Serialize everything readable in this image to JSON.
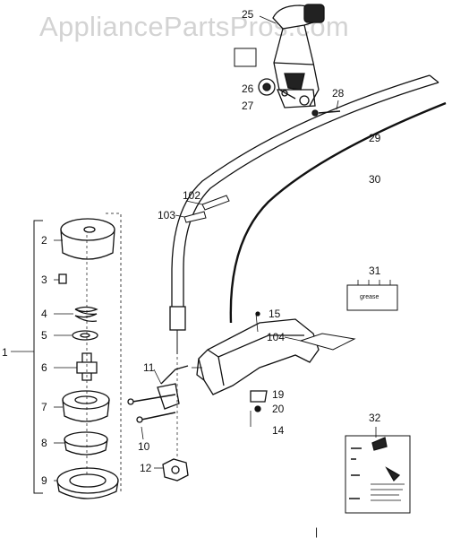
{
  "watermark": "AppliancePartsPros.com",
  "callouts": [
    {
      "id": "c1",
      "text": "1"
    },
    {
      "id": "c2",
      "text": "2"
    },
    {
      "id": "c3",
      "text": "3"
    },
    {
      "id": "c4",
      "text": "4"
    },
    {
      "id": "c5",
      "text": "5"
    },
    {
      "id": "c6",
      "text": "6"
    },
    {
      "id": "c7",
      "text": "7"
    },
    {
      "id": "c8",
      "text": "8"
    },
    {
      "id": "c9",
      "text": "9"
    },
    {
      "id": "c10",
      "text": "10"
    },
    {
      "id": "c11",
      "text": "11"
    },
    {
      "id": "c12",
      "text": "12"
    },
    {
      "id": "c14",
      "text": "14"
    },
    {
      "id": "c15",
      "text": "15"
    },
    {
      "id": "c19",
      "text": "19"
    },
    {
      "id": "c20",
      "text": "20"
    },
    {
      "id": "c25",
      "text": "25"
    },
    {
      "id": "c26",
      "text": "26"
    },
    {
      "id": "c27",
      "text": "27"
    },
    {
      "id": "c28",
      "text": "28"
    },
    {
      "id": "c29",
      "text": "29"
    },
    {
      "id": "c30",
      "text": "30"
    },
    {
      "id": "c31",
      "text": "31"
    },
    {
      "id": "c32",
      "text": "32"
    },
    {
      "id": "c102",
      "text": "102"
    },
    {
      "id": "c103",
      "text": "103"
    },
    {
      "id": "c104",
      "text": "104"
    }
  ],
  "grease_label": "grease",
  "footer_mark": "|"
}
